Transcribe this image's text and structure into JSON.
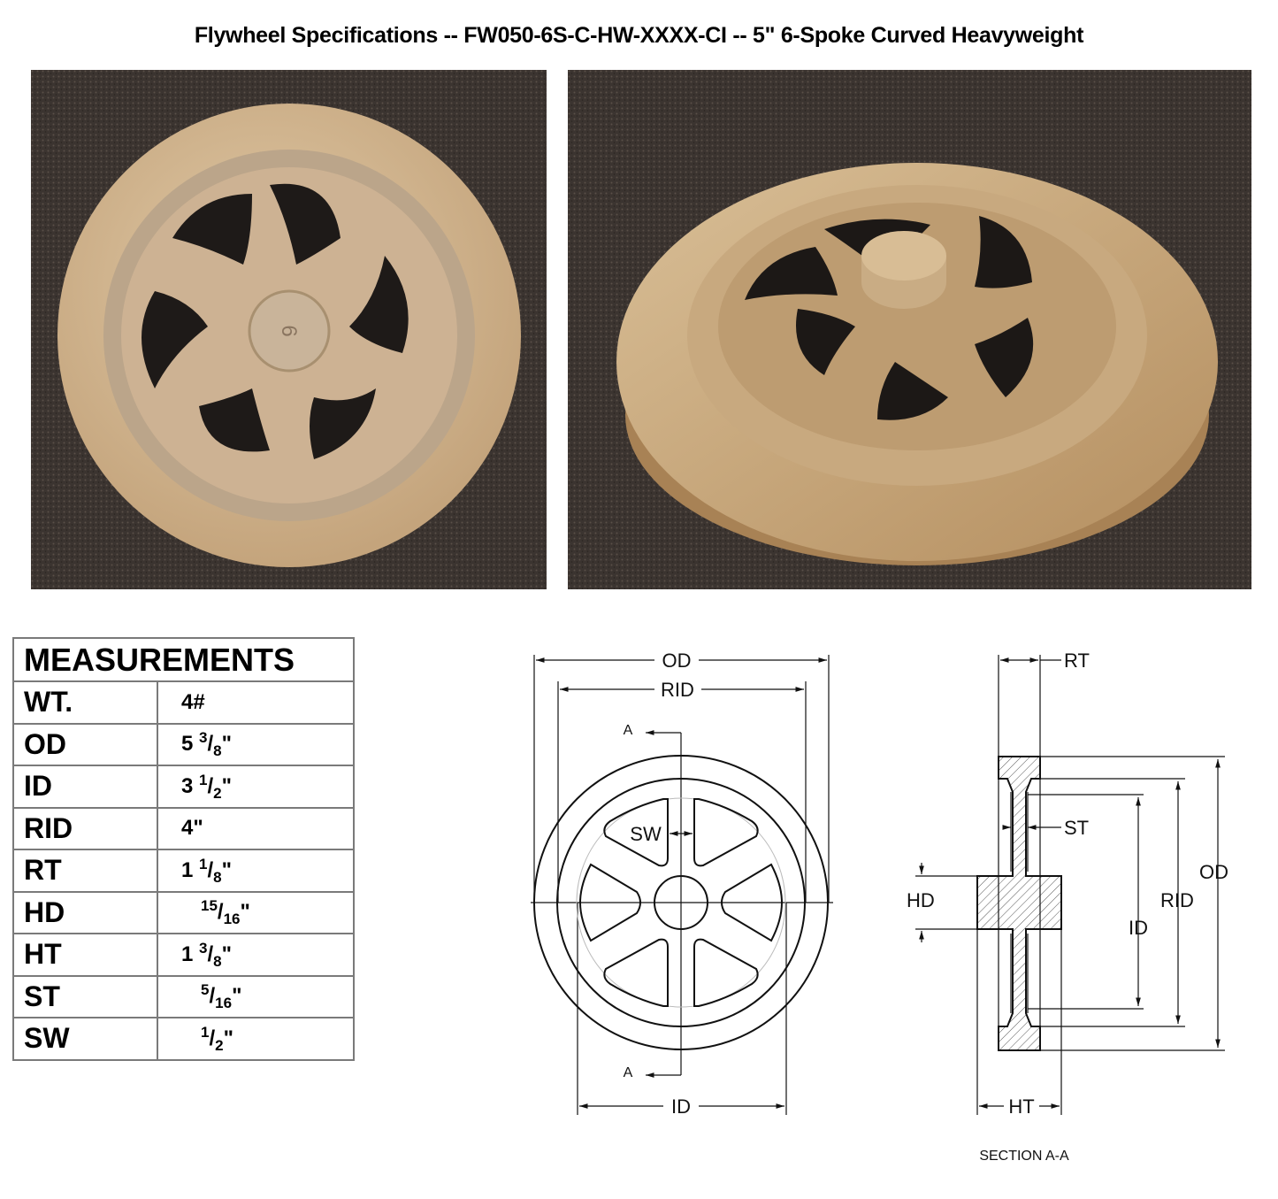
{
  "title": "Flywheel Specifications -- FW050-6S-C-HW-XXXX-CI -- 5\" 6-Spoke Curved Heavyweight",
  "photos": [
    {
      "view": "front",
      "description": "Cast flywheel, 6 curved spokes, top view on dark carpet",
      "hub_mark": "6"
    },
    {
      "view": "angled",
      "description": "Cast flywheel, angled view showing rim thickness and hub boss"
    }
  ],
  "measurements": {
    "header": "MEASUREMENTS",
    "rows": [
      {
        "key": "WT.",
        "whole": "4#",
        "num": "",
        "den": "",
        "unit": ""
      },
      {
        "key": "OD",
        "whole": "5 ",
        "num": "3",
        "den": "8",
        "unit": "\""
      },
      {
        "key": "ID",
        "whole": "3 ",
        "num": "1",
        "den": "2",
        "unit": "\""
      },
      {
        "key": "RID",
        "whole": "4\"",
        "num": "",
        "den": "",
        "unit": ""
      },
      {
        "key": "RT",
        "whole": "1 ",
        "num": "1",
        "den": "8",
        "unit": "\""
      },
      {
        "key": "HD",
        "whole": "",
        "num": "15",
        "den": "16",
        "unit": "\""
      },
      {
        "key": "HT",
        "whole": "1 ",
        "num": "3",
        "den": "8",
        "unit": "\""
      },
      {
        "key": "ST",
        "whole": "",
        "num": "5",
        "den": "16",
        "unit": "\""
      },
      {
        "key": "SW",
        "whole": "",
        "num": "1",
        "den": "2",
        "unit": "\""
      }
    ]
  },
  "front_view": {
    "labels": {
      "od": "OD",
      "rid": "RID",
      "id": "ID",
      "sw": "SW",
      "section_top": "A",
      "section_bottom": "A"
    }
  },
  "section_view": {
    "labels": {
      "rt": "RT",
      "st": "ST",
      "hd": "HD",
      "id": "ID",
      "rid": "RID",
      "od": "OD",
      "ht": "HT"
    },
    "caption": "SECTION A-A"
  },
  "colors": {
    "border": "#7a7a7a",
    "casting": "#c9ad85",
    "carpet": "#3b3430"
  }
}
